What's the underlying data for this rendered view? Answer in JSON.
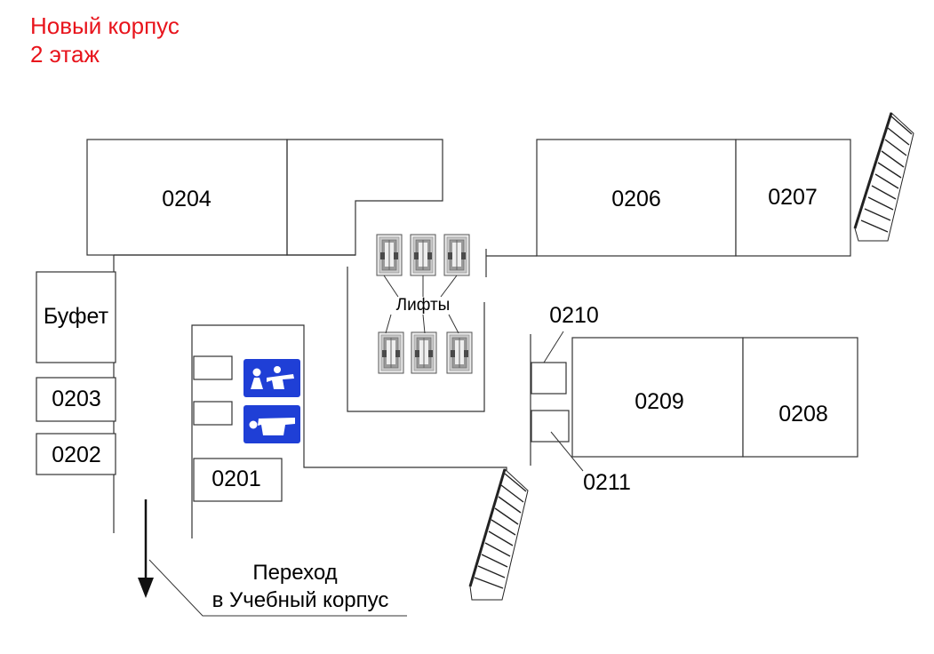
{
  "header": {
    "building": "Новый корпус",
    "floor": "2 этаж"
  },
  "colors": {
    "title": "#e8141c",
    "wc_sign": "#1f3fd6",
    "lines": "#333333"
  },
  "rooms": {
    "r0204": "0204",
    "r0206": "0206",
    "r0207": "0207",
    "r0210": "0210",
    "r0209": "0209",
    "r0208": "0208",
    "r0211": "0211",
    "r0203": "0203",
    "r0202": "0202",
    "r0201": "0201",
    "buffet": "Буфет"
  },
  "elevators": {
    "label": "Лифты",
    "count": 6
  },
  "restroom_signs": [
    {
      "icon": "female-restroom-icon"
    },
    {
      "icon": "male-restroom-icon"
    }
  ],
  "stairs": [
    {
      "icon": "staircase-icon",
      "location": "north-east"
    },
    {
      "icon": "staircase-icon",
      "location": "south"
    }
  ],
  "passage": {
    "line1": "Переход",
    "line2": "в Учебный корпус",
    "icon": "arrow-down-icon"
  }
}
